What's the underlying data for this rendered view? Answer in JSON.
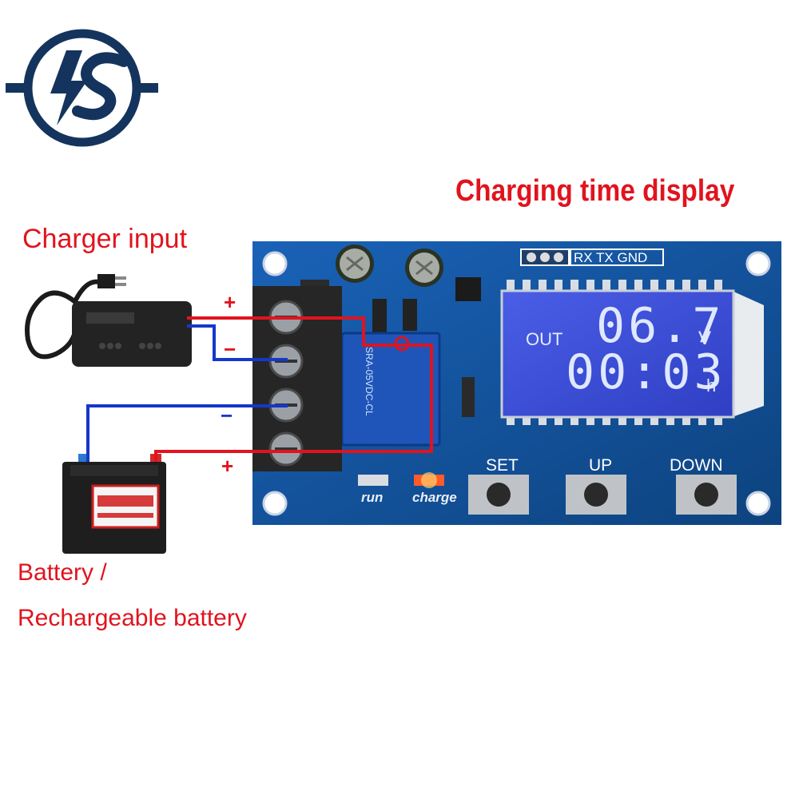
{
  "labels": {
    "title": "Charging time display",
    "charger_input": "Charger input",
    "battery_line1": "Battery /",
    "battery_line2": "Rechargeable battery",
    "charger_plus": "+",
    "charger_minus": "−",
    "battery_minus": "−",
    "battery_plus": "+"
  },
  "board": {
    "header_pins": "RX TX GND",
    "relay_text": "SRA-05VDC-CL",
    "led_run": "run",
    "led_charge": "charge",
    "buttons": {
      "set": "SET",
      "up": "UP",
      "down": "DOWN"
    }
  },
  "lcd": {
    "out_label": "OUT",
    "voltage": "06.7",
    "voltage_unit": "V",
    "time": "00:03",
    "time_unit": "h"
  },
  "colors": {
    "label_red": "#e0141e",
    "wire_red": "#e0141e",
    "wire_blue": "#1538c9",
    "pcb_blue": "#0f4fa0",
    "lcd_blue": "#3b4fd8",
    "logo_navy": "#14345e"
  },
  "icons": {
    "logo": "lightning-s-logo-icon"
  }
}
